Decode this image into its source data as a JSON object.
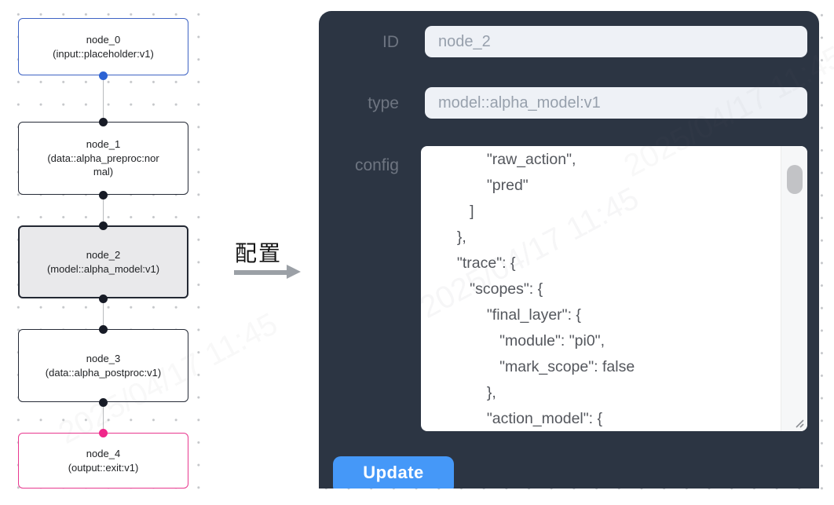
{
  "graph": {
    "nodes": [
      {
        "name": "node_0",
        "type": "(input::placeholder:v1)",
        "variant": "input"
      },
      {
        "name": "node_1",
        "type": "(data::alpha_preproc:normal)",
        "variant": "data"
      },
      {
        "name": "node_2",
        "type": "(model::alpha_model:v1)",
        "variant": "model-selected"
      },
      {
        "name": "node_3",
        "type": "(data::alpha_postproc:v1)",
        "variant": "data"
      },
      {
        "name": "node_4",
        "type": "(output::exit:v1)",
        "variant": "output"
      }
    ]
  },
  "transition": {
    "label": "配置"
  },
  "panel": {
    "fields": {
      "id": {
        "label": "ID",
        "value": "node_2"
      },
      "type": {
        "label": "type",
        "value": "model::alpha_model:v1"
      },
      "config": {
        "label": "config",
        "value": "              \"raw_action\",\n              \"pred\"\n          ]\n       },\n       \"trace\": {\n          \"scopes\": {\n              \"final_layer\": {\n                 \"module\": \"pi0\",\n                 \"mark_scope\": false\n              },\n              \"action_model\": {"
      }
    },
    "update_button": "Update"
  },
  "watermark": "2025/04/17 11:45",
  "colors": {
    "panel_bg": "#2c3543",
    "accent_blue": "#4598f8",
    "input_node_border": "#3e63c4",
    "output_node_border": "#e8388f",
    "selected_node_bg": "#e9e9eb",
    "port_blue": "#2c63d4",
    "port_pink": "#f0268a",
    "port_dark": "#171b26"
  }
}
